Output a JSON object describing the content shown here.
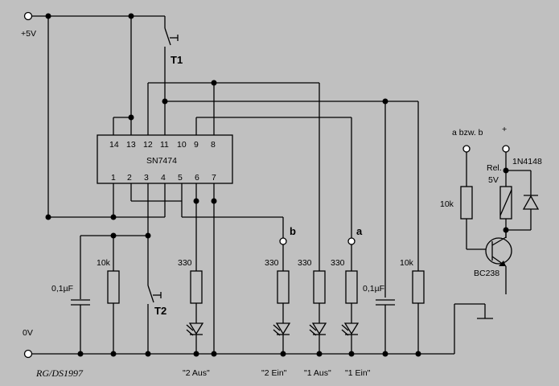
{
  "supply": {
    "plus": "+5V",
    "ground": "0V"
  },
  "ic": {
    "name": "SN7474",
    "top_pins": [
      "14",
      "13",
      "12",
      "11",
      "10",
      "9",
      "8"
    ],
    "bottom_pins": [
      "1",
      "2",
      "3",
      "4",
      "5",
      "6",
      "7"
    ]
  },
  "switches": {
    "t1": "T1",
    "t2": "T2"
  },
  "resistors": {
    "r_left": "10k",
    "r_led1": "330",
    "r_led2": "330",
    "r_led3": "330",
    "r_led4": "330",
    "r_right": "10k",
    "r_relay": "10k"
  },
  "capacitors": {
    "c_left": "0,1µF",
    "c_right": "0,1µF"
  },
  "terminals": {
    "b": "b",
    "a": "a"
  },
  "led_labels": [
    "\"2 Aus\"",
    "\"2 Ein\"",
    "\"1 Aus\"",
    "\"1 Ein\""
  ],
  "relay_section": {
    "input": "a bzw. b",
    "plus": "+",
    "diode": "1N4148",
    "relay_line1": "Rel.",
    "relay_line2": "5V",
    "transistor": "BC238"
  },
  "signature": "RG/DS1997"
}
